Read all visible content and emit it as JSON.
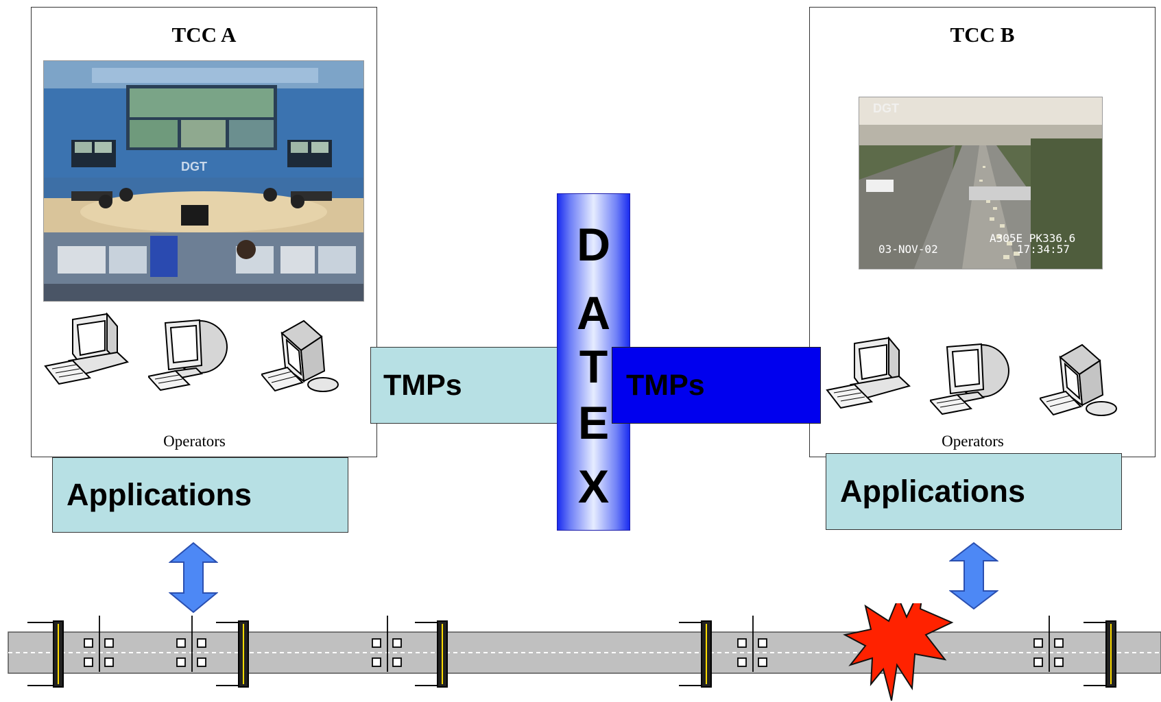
{
  "tcc_a": {
    "title": "TCC A",
    "operators_label": "Operators",
    "photo_label": "DGT"
  },
  "tcc_b": {
    "title": "TCC B",
    "operators_label": "Operators",
    "camera": {
      "logo": "DGT",
      "date": "03-NOV-02",
      "location": "A305E PK336.6",
      "time": "17:34:57"
    }
  },
  "applications_left": "Applications",
  "applications_right": "Applications",
  "tmps_left": "TMPs",
  "tmps_right": "TMPs",
  "datex_letters": [
    "D",
    "A",
    "T",
    "E",
    "X"
  ],
  "icons": {
    "computer": "desktop-computer-icon",
    "exchange": "double-arrow-icon",
    "incident": "explosion-icon",
    "sensor": "loop-detector-icon"
  },
  "colors": {
    "light_box": "#b7e0e4",
    "dark_box": "#0000ee",
    "arrow": "#4d88f5",
    "road": "#c0c0c0",
    "incident": "#ff2200"
  }
}
